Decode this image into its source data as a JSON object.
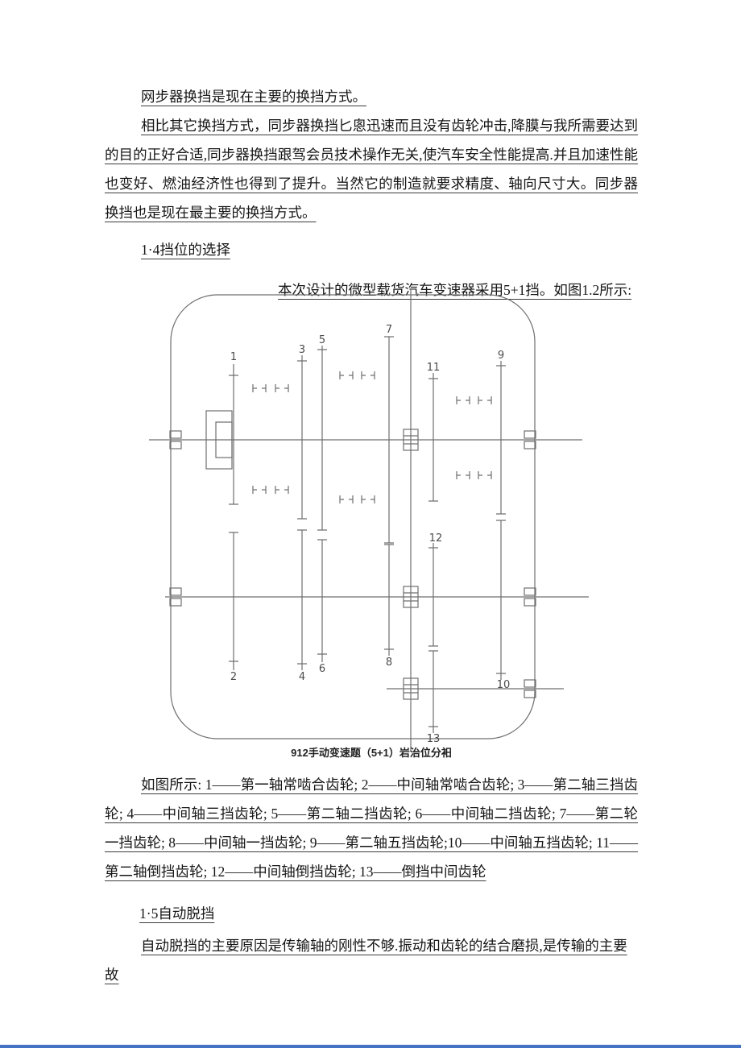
{
  "doc": {
    "p1": "网步器换挡是现在主要的换挡方式。",
    "p2": "相比其它换挡方式，同步器换挡匕悤迅速而且没有齿轮冲击,降膜与我所需要达到的目的正好合适,同步器换挡跟驾会员技术操作无关,使汽车安全性能提高.并且加速性能也变好、燃油经济性也得到了提升。当然它的制造就要求精度、轴向尺寸大。同步器换挡也是现在最主要的换挡方式。",
    "section_1_4_title": "1·4挡位的选择",
    "design_line": "本次设计的微型载货汽车变速器采用5+1挡。如图1.2所示:",
    "figure_caption": "912手动变速题（5+1）岩治位分衵",
    "figure_description": "如图所示: 1——第一轴常啮合齿轮; 2——中间轴常啮合齿轮; 3——第二轴三挡齿轮; 4——中间轴三挡齿轮; 5——第二轴二挡齿轮; 6——中间轴二挡齿轮; 7——第二轮一挡齿轮; 8——中间轴一挡齿轮; 9——第二轴五挡齿轮;10——中间轴五挡齿轮; 11——第二轴倒挡齿轮; 12——中间轴倒挡齿轮; 13——倒挡中间齿轮",
    "section_1_5_title": "1·5自动脱挡",
    "p3": "自动脱挡的主要原因是传输轴的刚性不够.振动和齿轮的结合磨损,是传输的主要故"
  },
  "figure": {
    "labels": [
      "1",
      "2",
      "3",
      "4",
      "5",
      "6",
      "7",
      "8",
      "9",
      "10",
      "11",
      "12",
      "13"
    ]
  },
  "colors": {
    "bottom_bar": "#4472c4",
    "diagram_stroke": "#6f6f6f"
  }
}
